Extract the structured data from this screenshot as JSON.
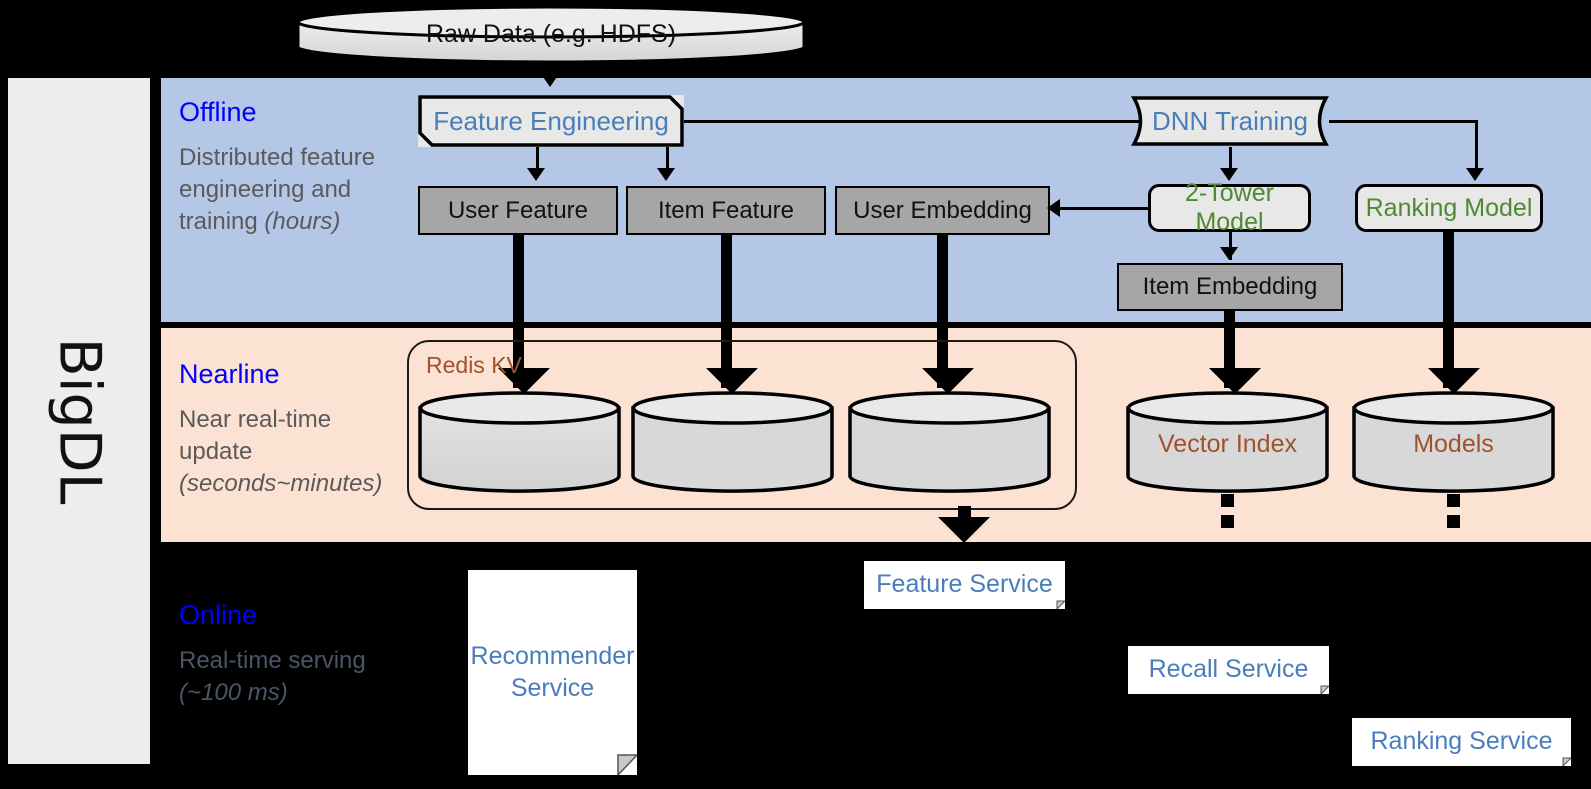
{
  "framework": {
    "name": "BigDL"
  },
  "source": {
    "label": "Raw Data (e.g. HDFS)"
  },
  "bands": {
    "offline": {
      "title": "Offline",
      "desc_line1": "Distributed feature engineering and training ",
      "desc_em": "(hours)"
    },
    "nearline": {
      "title": "Nearline",
      "desc_line1": "Near real-time update ",
      "desc_em": "(seconds~minutes)"
    },
    "online": {
      "title": "Online",
      "desc_line1": "Real-time serving ",
      "desc_em": "(~100 ms)"
    }
  },
  "offline": {
    "feature_engineering": "Feature Engineering",
    "dnn_training": "DNN Training",
    "user_feature": "User Feature",
    "item_feature": "Item Feature",
    "user_embedding": "User Embedding",
    "two_tower_model": "2-Tower Model",
    "ranking_model": "Ranking Model",
    "item_embedding": "Item Embedding"
  },
  "nearline": {
    "redis_kv": "Redis KV",
    "store_user_feature": "",
    "store_item_feature": "",
    "store_user_embedding": "",
    "vector_index": "Vector Index",
    "models": "Models"
  },
  "online": {
    "recommender_service": "Recommender Service",
    "recommender_service_l1": "Recommender",
    "recommender_service_l2": "Service",
    "feature_service": "Feature Service",
    "recall_service": "Recall Service",
    "ranking_service": "Ranking Service"
  },
  "colors": {
    "offline_band": "#b4c7e7",
    "nearline_band": "#fbe2d2",
    "online_band": "#000000",
    "sidebar": "#ededed",
    "band_title": "#0000ff",
    "band_desc": "#5a5a5a",
    "blue_text": "#4a7ebb",
    "green_text": "#4e8a34",
    "brown_text": "#a0522d",
    "gray_box": "#a6a6a6",
    "light_box": "#e8e8e6"
  }
}
